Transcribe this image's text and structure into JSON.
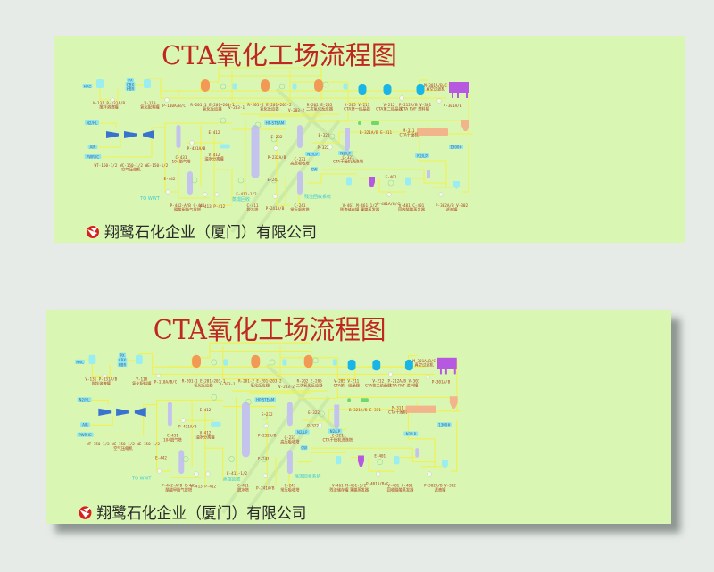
{
  "title": "CTA氧化工场流程图",
  "company": "翔鹭石化企业（厦门）有限公司",
  "colors": {
    "background": "#e6ebe8",
    "panel": "#d9f7b2",
    "pipe": "#f3f04a",
    "title": "#c0271f",
    "label": "#b03a20",
    "reactor": "#f29a55",
    "crystallizer": "#19b5e6",
    "column": "#c3c3ee",
    "vessel": "#9aeef2",
    "filter": "#b658e0",
    "dryer": "#f2b48a",
    "compressor": "#3a72d0",
    "logo": "#d8211e"
  },
  "streams": [
    "HAC",
    "PX",
    "CBX",
    "HBR",
    "N2/HL",
    "AIR",
    "PWR-IC",
    "HP-STEAM",
    "1300#",
    "N2/LP",
    "N2/LP",
    "CW",
    "N2/LP"
  ],
  "outlets": [
    "TO WWT",
    "蒸馏回收",
    "残渣回收系统"
  ],
  "labels": [
    {
      "tag": "V-131 P-131A/B",
      "name": "搅拌溶液罐"
    },
    {
      "tag": "V-110",
      "name": "氧化配料罐"
    },
    {
      "tag": "P-110A/B/C",
      "name": ""
    },
    {
      "tag": "R-201-1 E-201~203-1",
      "name": "氧化反应器"
    },
    {
      "tag": "V-203-1",
      "name": ""
    },
    {
      "tag": "R-201-2 E-201~203-2",
      "name": "氧化反应器"
    },
    {
      "tag": "V-203-2",
      "name": ""
    },
    {
      "tag": "R-202 E-205",
      "name": "二次氧化反应器"
    },
    {
      "tag": "V-205 V-211",
      "name": "CTA第一结晶器"
    },
    {
      "tag": "V-212",
      "name": "CTA第二结晶器"
    },
    {
      "tag": "P-212A/B V-301",
      "name": "CTA RVF 进料罐"
    },
    {
      "tag": "M-301A/B/C",
      "name": "真空过滤机"
    },
    {
      "tag": "P-301A/B",
      "name": ""
    },
    {
      "tag": "M-311",
      "name": "CTA干燥机"
    },
    {
      "tag": "B-321A/B E-311",
      "name": ""
    },
    {
      "tag": "E-322",
      "name": ""
    },
    {
      "tag": "P-322",
      "name": ""
    },
    {
      "tag": "C-321",
      "name": "CTA干燥机洗涤塔"
    },
    {
      "tag": "E-232",
      "name": ""
    },
    {
      "tag": "P-232A/B",
      "name": ""
    },
    {
      "tag": "C-231",
      "name": "高压吸收塔"
    },
    {
      "tag": "E-412",
      "name": ""
    },
    {
      "tag": "V-412",
      "name": "油水分离罐"
    },
    {
      "tag": "P-431A/B",
      "name": ""
    },
    {
      "tag": "C-431",
      "name": "104脱气塔"
    },
    {
      "tag": "WT-150-1/2 WC-150-1/2 WE-150-1/2",
      "name": "空气压缩机"
    },
    {
      "tag": "E-442",
      "name": ""
    },
    {
      "tag": "P-442-A/B C-441",
      "name": "醋酸甲酯气提塔"
    },
    {
      "tag": "P-413  P-412",
      "name": ""
    },
    {
      "tag": "E-411-1/2",
      "name": ""
    },
    {
      "tag": "C-411",
      "name": "脱水塔"
    },
    {
      "tag": "E-241",
      "name": ""
    },
    {
      "tag": "P-241A/B",
      "name": ""
    },
    {
      "tag": "C-241",
      "name": "常压吸收塔"
    },
    {
      "tag": "V-461 M-461-1/2",
      "name": "残渣储存罐 薄膜蒸发器"
    },
    {
      "tag": "P-401A/B/C",
      "name": ""
    },
    {
      "tag": "V-481  C-401",
      "name": "回收醋酸蒸发器"
    },
    {
      "tag": "E-401",
      "name": ""
    },
    {
      "tag": "P-302A/B V-302",
      "name": "滤液罐"
    }
  ]
}
